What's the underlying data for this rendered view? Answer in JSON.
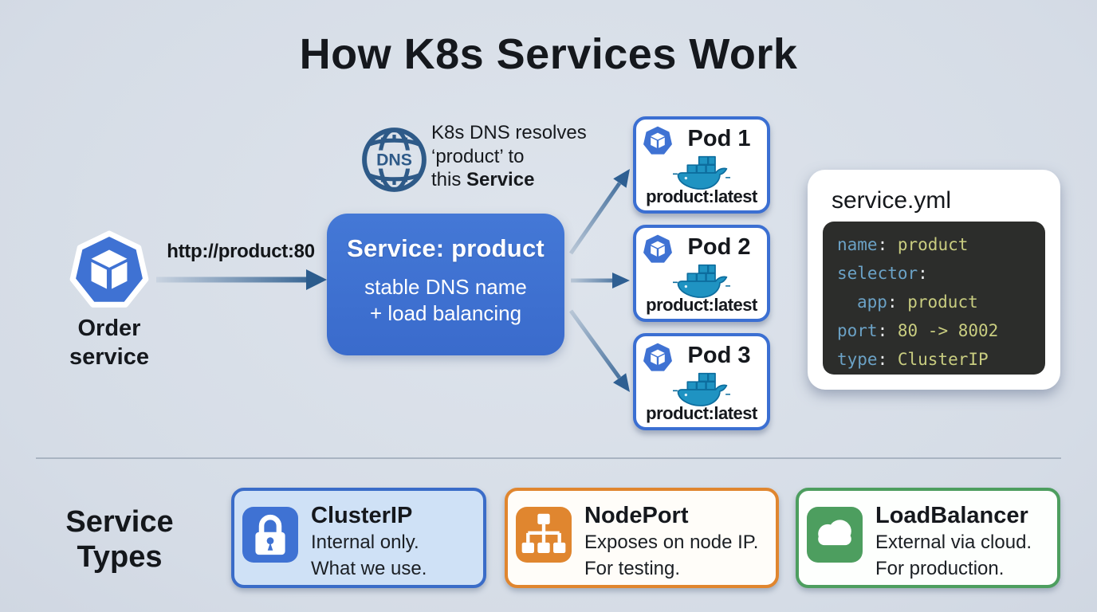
{
  "title": "How K8s Services Work",
  "dns_note": {
    "icon_text": "DNS",
    "line1": "K8s DNS resolves",
    "line2": "‘product’ to",
    "line3_normal": "this ",
    "line3_bold": "Service"
  },
  "client": {
    "label_line1": "Order",
    "label_line2": "service"
  },
  "request_arrow": {
    "label": "http://product:80"
  },
  "service_box": {
    "title": "Service: product",
    "subtitle_line1": "stable DNS name",
    "subtitle_line2": "+ load balancing",
    "color": "#3e70d1"
  },
  "pods": [
    {
      "name": "Pod 1",
      "image": "product:latest"
    },
    {
      "name": "Pod 2",
      "image": "product:latest"
    },
    {
      "name": "Pod 3",
      "image": "product:latest"
    }
  ],
  "yaml_card": {
    "filename": "service.yml",
    "code": [
      {
        "indent": 0,
        "key": "name",
        "sep": ": ",
        "value": "product"
      },
      {
        "indent": 0,
        "key": "selector",
        "sep": ":",
        "value": ""
      },
      {
        "indent": 1,
        "key": "app",
        "sep": ": ",
        "value": "product"
      },
      {
        "indent": 0,
        "key": "port",
        "sep": ": ",
        "value": "80 -> 8002"
      },
      {
        "indent": 0,
        "key": "type",
        "sep": ": ",
        "value": "ClusterIP"
      }
    ],
    "colors": {
      "key": "#6ba2c6",
      "value": "#c9cd80",
      "background": "#2c2d2b"
    }
  },
  "service_types": {
    "heading_line1": "Service",
    "heading_line2": "Types",
    "items": [
      {
        "name": "ClusterIP",
        "desc_line1": "Internal only.",
        "desc_line2": "What we use.",
        "icon": "lock-icon",
        "accent": "#3a6cc8",
        "card_bg": "#cfe1f6"
      },
      {
        "name": "NodePort",
        "desc_line1": "Exposes on node IP.",
        "desc_line2": "For testing.",
        "icon": "network-icon",
        "accent": "#e0862f",
        "card_bg": "#ffffff"
      },
      {
        "name": "LoadBalancer",
        "desc_line1": "External via cloud.",
        "desc_line2": "For production.",
        "icon": "cloud-icon",
        "accent": "#4d9e5f",
        "card_bg": "#ffffff"
      }
    ]
  },
  "colors": {
    "page_background": "#d8dee7",
    "service_blue": "#3e70d1",
    "pod_border": "#3b6fd2",
    "arrow_dark": "#2b5c8d",
    "docker_whale": "#1f93c2",
    "dns_globe": "#2e5a88"
  }
}
